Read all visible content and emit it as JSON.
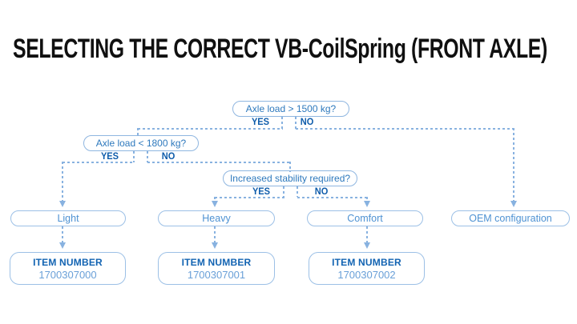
{
  "title": "SELECTING THE CORRECT VB-CoilSpring (FRONT AXLE)",
  "flowchart": {
    "decisions": [
      {
        "question": "Axle load > 1500 kg?",
        "yes": "YES",
        "no": "NO"
      },
      {
        "question": "Axle load < 1800 kg?",
        "yes": "YES",
        "no": "NO"
      },
      {
        "question": "Increased stability required?",
        "yes": "YES",
        "no": "NO"
      }
    ],
    "outcomes": [
      {
        "label": "Light",
        "item_label": "ITEM NUMBER",
        "item_number": "1700307000"
      },
      {
        "label": "Heavy",
        "item_label": "ITEM NUMBER",
        "item_number": "1700307001"
      },
      {
        "label": "Comfort",
        "item_label": "ITEM NUMBER",
        "item_number": "1700307002"
      },
      {
        "label": "OEM configuration"
      }
    ]
  },
  "colors": {
    "background": "#ffffff",
    "title_text": "#101010",
    "connector_blue": "#88b2e0",
    "box_border_blue": "#9cc0e6",
    "decision_border_blue": "#8fb6e0",
    "question_text_blue": "#2e79bd",
    "outcome_text_blue": "#4e92d3",
    "yes_no_blue": "#0e5cab",
    "item_label_blue": "#1263b2",
    "item_number_blue": "#6aa0d8"
  }
}
